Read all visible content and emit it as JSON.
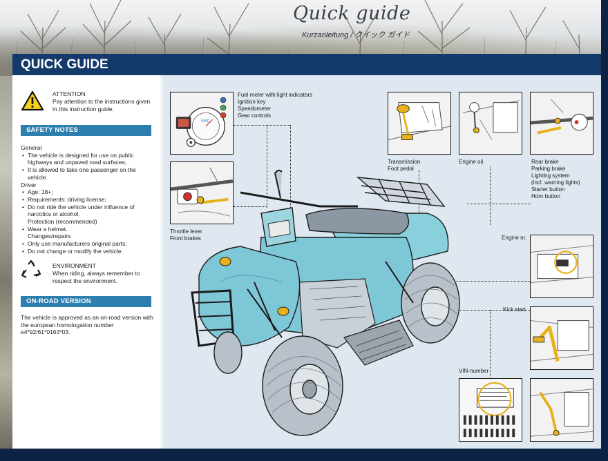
{
  "header": {
    "script_title": "Quick guide",
    "subtitle": "Kurzanleitung / クイック ガイド",
    "page_title": "QUICK GUIDE"
  },
  "attention": {
    "heading": "ATTENTION",
    "text": "Pay attention to the instructions given in this instruction guide."
  },
  "safety": {
    "heading": "SAFETY NOTES",
    "general_label": "General",
    "general_items": [
      "The vehicle is designed for use on public highways and unpaved road surfaces;",
      "It is allowed to take one passenger on the vehicle."
    ],
    "driver_label": "Driver",
    "driver_items": [
      "Age: 18+;",
      "Requirements: driving license;",
      "Do not ride the vehicle under influence of narcotics or alcohol.",
      "Protection (recommended)",
      "Wear a helmet.",
      "Changes/repairs",
      "Only use manufacturers original parts;",
      "Do not change or modify the vehicle."
    ]
  },
  "environment": {
    "heading": "ENVIRONMENT",
    "text": "When riding, always remember to respect the environment."
  },
  "onroad": {
    "heading": "ON-ROAD VERSION",
    "text": "The vehicle is approved as an on-road version with the european homologation number e4*92/61*0163*03."
  },
  "callouts": {
    "dashboard": [
      "Fuel meter with light indicators",
      "Ignition key",
      "Speedometer",
      "Gear controls"
    ],
    "throttle": [
      "Throttle lever",
      "Front brakes"
    ],
    "transmission": [
      "Transmission",
      "Foot pedal"
    ],
    "engine_oil": "Engine oil",
    "rear": [
      "Rear brake",
      "Parking brake",
      "Lighting system",
      "(incl. warning lights)",
      "Starter button",
      "Horn button"
    ],
    "engine_nr": "Engine nr.",
    "kick_start": "Kick start",
    "vin": "VIN-number"
  },
  "colors": {
    "navy": "#133a6b",
    "section_blue": "#2d7fb0",
    "diagram_bg": "#dfe7f0",
    "body_teal": "#7ec7d6",
    "highlight_yellow": "#e7b21d"
  }
}
